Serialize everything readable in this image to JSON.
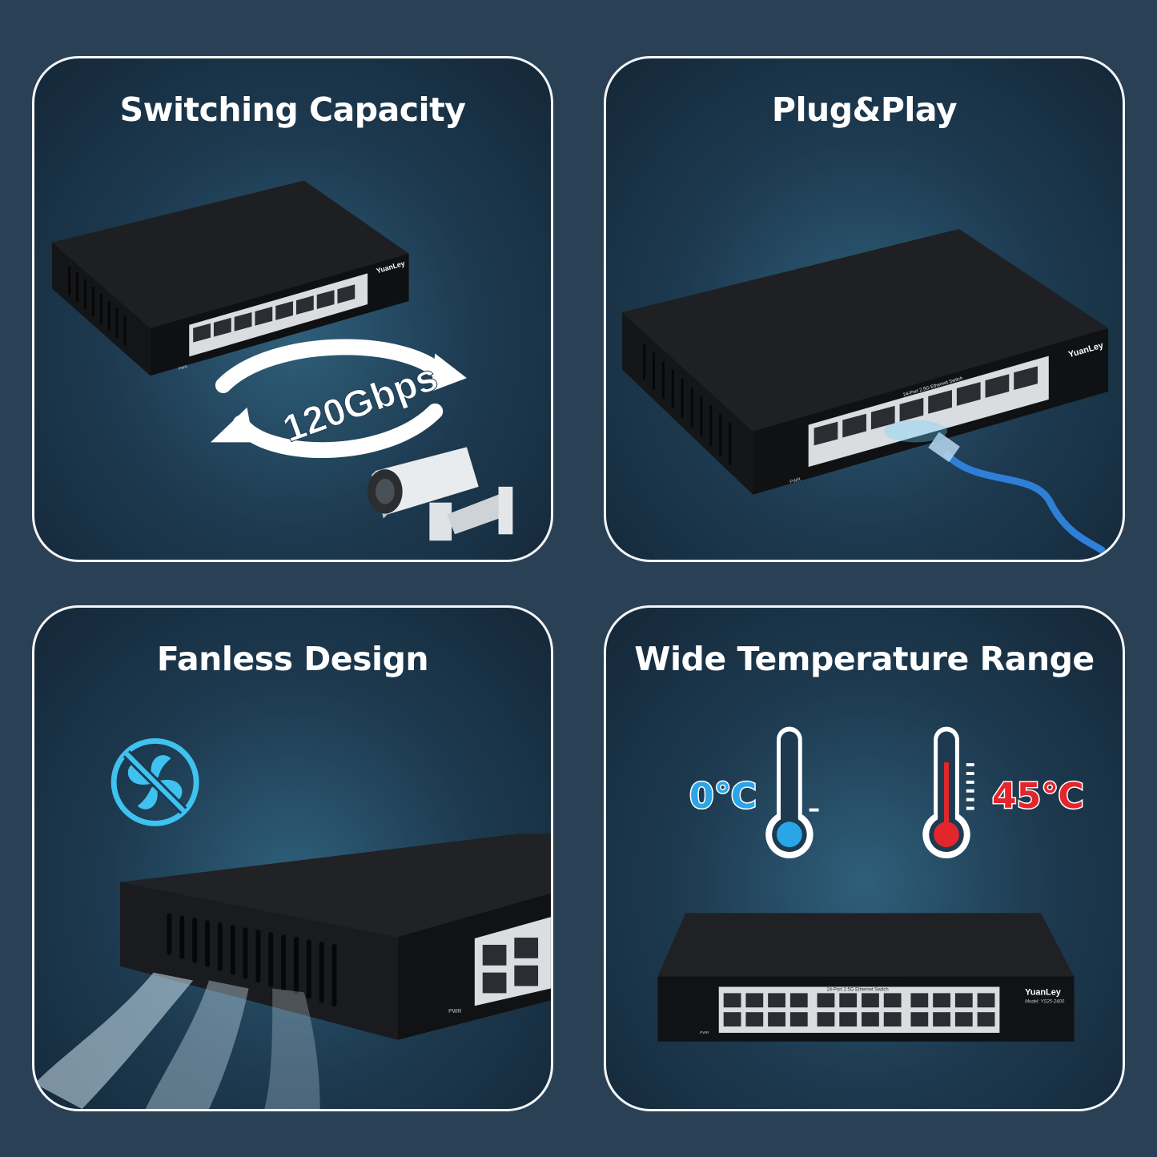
{
  "panels": {
    "switching": {
      "title": "Switching Capacity",
      "speed": "120Gbps"
    },
    "plug": {
      "title": "Plug&Play"
    },
    "fanless": {
      "title": "Fanless Design"
    },
    "temperature": {
      "title": "Wide Temperature Range",
      "min_label": "0℃",
      "max_label": "45℃"
    }
  },
  "product": {
    "brand": "YuanLey",
    "model": "Model: YS25-2400",
    "port_label": "24-Port 2.5G Ethernet Switch",
    "power_label": "PWR"
  },
  "colors": {
    "background": "#2a4054",
    "panel_border": "#f4f6f8",
    "cold": "#2aa6e8",
    "hot": "#e3262c",
    "cable": "#2f7fd8"
  }
}
